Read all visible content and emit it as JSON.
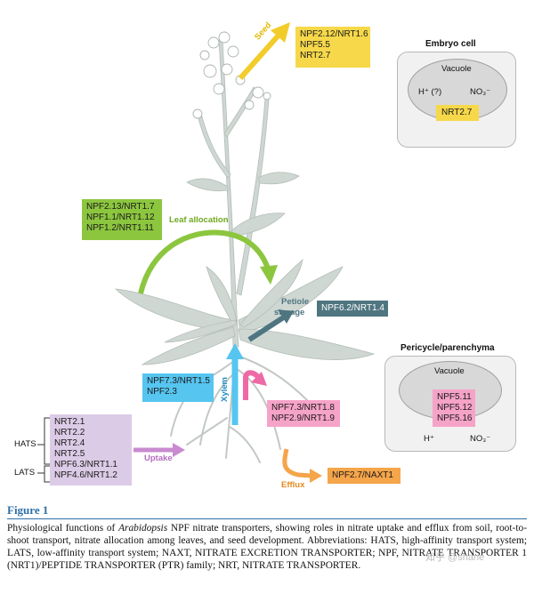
{
  "boxes": {
    "seed": [
      "NPF2.12/NRT1.6",
      "NPF5.5",
      "NRT2.7"
    ],
    "leaf": [
      "NPF2.13/NRT1.7",
      "NPF1.1/NRT1.12",
      "NPF1.2/NRT1.11"
    ],
    "petiole": "NPF6.2/NRT1.4",
    "xylem": [
      "NPF7.3/NRT1.5",
      "NPF2.3"
    ],
    "pink": [
      "NPF7.3/NRT1.8",
      "NPF2.9/NRT1.9"
    ],
    "uptake": [
      "NRT2.1",
      "NRT2.2",
      "NRT2.4",
      "NRT2.5",
      "NPF6.3/NRT1.1",
      "NPF4.6/NRT1.2"
    ],
    "efflux": "NPF2.7/NAXT1"
  },
  "arrows": {
    "seed": "Seed",
    "leaf": "Leaf allocation",
    "petiole_line1": "Petiole",
    "petiole_line2": "storage",
    "xylem": "Xylem",
    "uptake": "Uptake",
    "efflux": "Efflux"
  },
  "brackets": {
    "hats": "HATS",
    "lats": "LATS"
  },
  "embryo": {
    "title": "Embryo cell",
    "vacuole": "Vacuole",
    "proton": "H⁺ (?)",
    "nitrate": "NO₃⁻",
    "transporter": "NRT2.7"
  },
  "pericycle": {
    "title": "Pericycle/parenchyma",
    "vacuole": "Vacuole",
    "transporters": [
      "NPF5.11",
      "NPF5.12",
      "NPF5.16"
    ],
    "proton": "H⁺",
    "nitrate": "NO₃⁻"
  },
  "colors": {
    "seed": "#f6d84a",
    "leaf": "#8cc63f",
    "petiole": "#4f7580",
    "xylem": "#56c5f0",
    "pink": "#f6a3c8",
    "uptake": "#dccbe6",
    "efflux": "#f5a54a",
    "plant": "#cfd7d2"
  },
  "figure": {
    "label": "Figure 1",
    "caption_parts": [
      "Physiological functions of ",
      "Arabidopsis",
      " NPF nitrate transporters, showing roles in nitrate uptake and efflux from soil, root-to-shoot transport, nitrate allocation among leaves, and seed development. Abbreviations: HATS, high-affinity transport system; LATS, low-affinity transport system; NAXT, NITRATE EXCRETION TRANSPORTER; NPF, NITRATE TRANSPORTER 1 (NRT1)/PEPTIDE TRANSPORTER (PTR) family; NRT, NITRATE TRANSPORTER."
    ]
  },
  "watermark": "知乎 @shane"
}
